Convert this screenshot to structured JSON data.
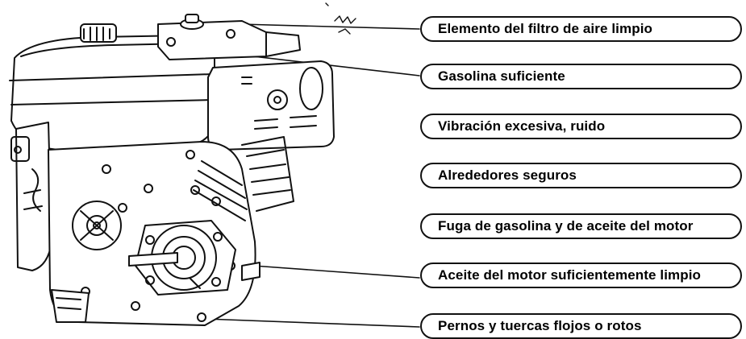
{
  "diagram": {
    "checklist": [
      "Elemento del filtro de aire limpio",
      "Gasolina suficiente",
      "Vibración excesiva, ruido",
      "Alrededores seguros",
      "Fuga de gasolina y de aceite del motor",
      "Aceite del motor suficientemente limpio",
      "Pernos y tuercas flojos o rotos"
    ]
  }
}
